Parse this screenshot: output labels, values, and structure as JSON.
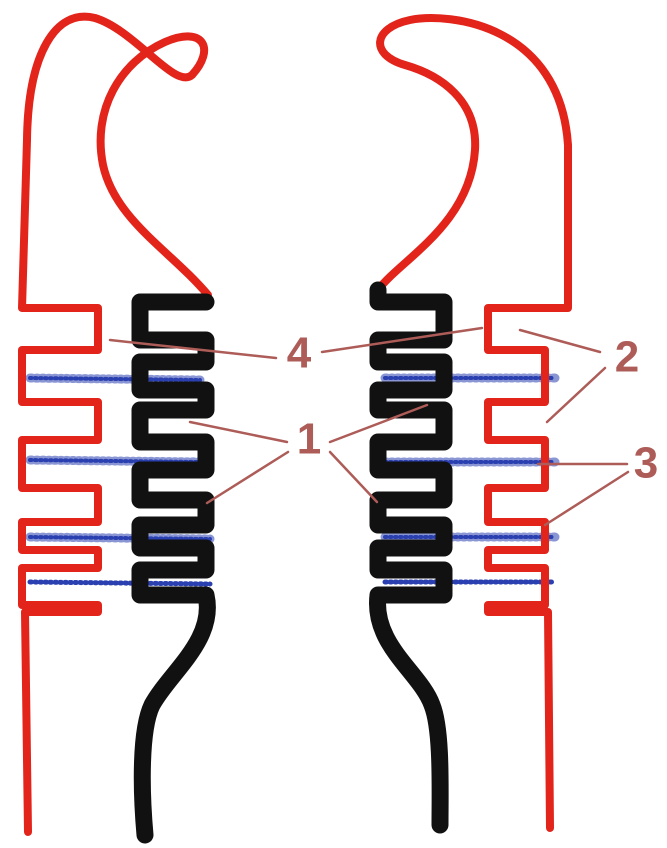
{
  "colors": {
    "outer_membrane": "#e3241b",
    "inner_membrane": "#111111",
    "dotted_band": "#2a3fb0",
    "leader_lines_and_labels": "#ad5c58",
    "background": "#ffffff"
  },
  "labels": {
    "label_4": "4",
    "label_1": "1",
    "label_2": "2",
    "label_3": "3"
  }
}
